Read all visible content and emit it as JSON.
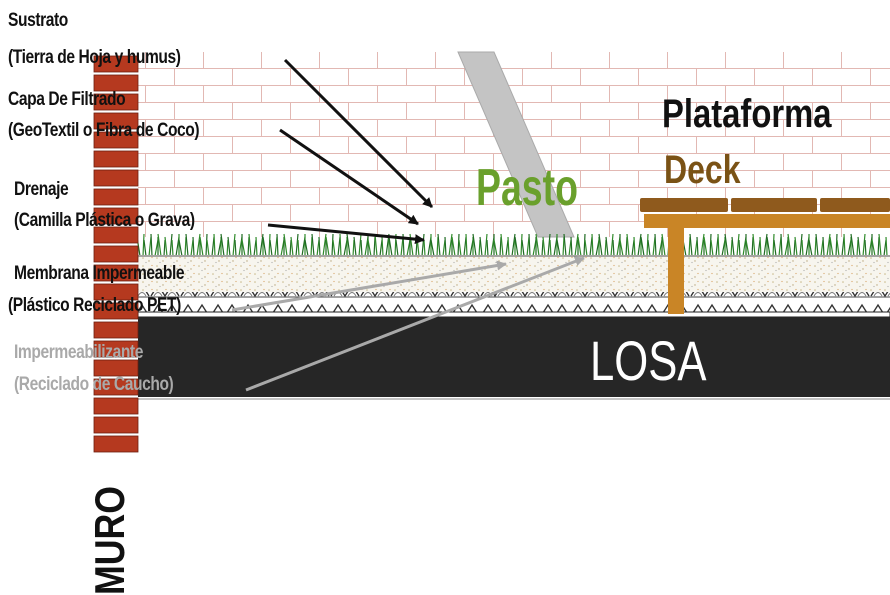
{
  "labels": {
    "sustrato": "Sustrato",
    "sustrato_detail": "(Tierra de Hoja y humus)",
    "filtrado": "Capa De Filtrado",
    "filtrado_detail": "(GeoTextil o Fibra de Coco)",
    "drenaje": "Drenaje",
    "drenaje_detail": "(Camilla Plástica o Grava)",
    "membrana": "Membrana Impermeable",
    "membrana_detail": "(Plástico Reciclado PET)",
    "impermeabilizante": "Impermeabilizante",
    "impermeabilizante_detail": "(Reciclado de Caucho)"
  },
  "titles": {
    "plataforma": "Plataforma",
    "deck": "Deck",
    "pasto": "Pasto",
    "losa": "LOSA",
    "muro": "MURO"
  },
  "colors": {
    "brick": "#b5391f",
    "mortar": "#e7c6c2",
    "grass": "#2f8a2a",
    "losa": "#262626",
    "deck_wood": "#8f5a1d",
    "deck_post": "#c98526",
    "pasto_text": "#6aa02c",
    "gray_label": "#a9a9a9"
  }
}
